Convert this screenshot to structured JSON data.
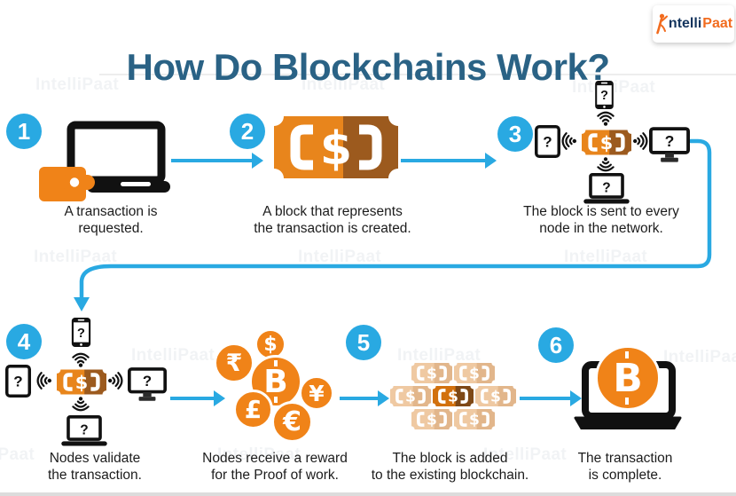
{
  "title": "How Do Blockchains Work?",
  "logo": {
    "prefix": "ntelli",
    "suffix": "Paat"
  },
  "watermark_text": "IntelliPaat",
  "glyphs": {
    "question": "?",
    "dollar": "$"
  },
  "colors": {
    "accent_blue": "#29a9e2",
    "coin_orange": "#f08318",
    "bill_orange": "#e8851c",
    "bill_brown": "#9c5a1e",
    "bill_pale": "#efc9a2",
    "block_highlight_left": "#d2710e",
    "block_highlight_right": "#7e4816",
    "title_color": "#2a6285"
  },
  "steps": [
    {
      "number": "1",
      "icon": "laptop-wallet",
      "caption_line1": "A transaction is",
      "caption_line2": "requested."
    },
    {
      "number": "2",
      "icon": "money-block",
      "caption_line1": "A block that represents",
      "caption_line2": "the transaction is created."
    },
    {
      "number": "3",
      "icon": "node-network",
      "caption_line1": "The block is sent to every",
      "caption_line2": "node in the network."
    },
    {
      "number": "4",
      "icon": "node-network",
      "caption_line1": "Nodes validate",
      "caption_line2": "the transaction."
    },
    {
      "number": "",
      "icon": "currency-coins",
      "caption_line1": "Nodes receive a reward",
      "caption_line2": "for the Proof of work."
    },
    {
      "number": "5",
      "icon": "blockchain-blocks",
      "caption_line1": "The block is added",
      "caption_line2": "to the existing blockchain."
    },
    {
      "number": "6",
      "icon": "laptop-bitcoin",
      "caption_line1": "The transaction",
      "caption_line2": "is complete."
    }
  ],
  "coins": {
    "rupee": "₹",
    "dollar": "$",
    "bitcoin": "B",
    "yen": "¥",
    "pound": "£",
    "euro": "€"
  }
}
